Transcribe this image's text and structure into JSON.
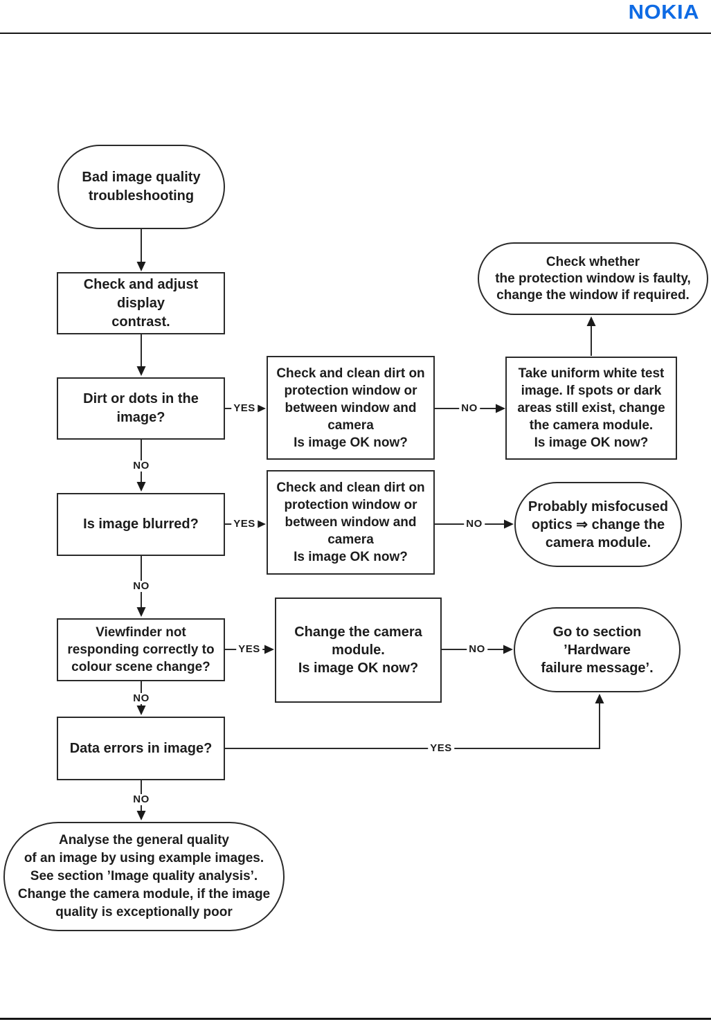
{
  "page": {
    "logo_text": "NOKIA",
    "logo_color": "#0f6be4"
  },
  "labels": {
    "yes": "YES",
    "no": "NO"
  },
  "nodes": {
    "start": {
      "type": "oval",
      "lines": [
        "Bad image quality",
        "troubleshooting"
      ]
    },
    "contrast": {
      "type": "rect",
      "lines": [
        "Check and adjust display",
        "contrast."
      ]
    },
    "dirt": {
      "type": "rect",
      "lines": [
        "Dirt or dots in the",
        "image?"
      ]
    },
    "clean1": {
      "type": "rect",
      "lines": [
        "Check and clean dirt on",
        "protection window or",
        "between window and",
        "camera",
        "Is image OK now?"
      ]
    },
    "white_test": {
      "type": "rect",
      "lines": [
        "Take uniform white test",
        "image. If spots or dark",
        "areas still exist, change",
        "the camera module.",
        "Is image OK now?"
      ]
    },
    "protection_window": {
      "type": "oval",
      "lines": [
        "Check whether",
        "the protection window is faulty,",
        "change the window if required."
      ]
    },
    "blurred": {
      "type": "rect",
      "lines": [
        "Is image blurred?"
      ]
    },
    "clean2": {
      "type": "rect",
      "lines": [
        "Check and clean dirt on",
        "protection window or",
        "between window and",
        "camera",
        "Is image OK now?"
      ]
    },
    "misfocused": {
      "type": "oval",
      "lines": [
        "Probably misfocused",
        "optics ⇒ change the",
        "camera module."
      ]
    },
    "viewfinder": {
      "type": "rect",
      "lines": [
        "Viewfinder not",
        "responding correctly to",
        "colour scene change?"
      ]
    },
    "change_module": {
      "type": "rect",
      "lines": [
        "Change the camera",
        "module.",
        "Is image OK now?"
      ]
    },
    "hardware": {
      "type": "oval",
      "lines": [
        "Go to section ’Hardware",
        "failure message’."
      ]
    },
    "data_errors": {
      "type": "rect",
      "lines": [
        "Data errors in image?"
      ]
    },
    "analyse": {
      "type": "oval",
      "lines": [
        "Analyse the general quality",
        "of an image by using example images.",
        "See section ’Image quality analysis’.",
        "Change the camera module, if the image",
        "quality is exceptionally poor"
      ]
    }
  }
}
